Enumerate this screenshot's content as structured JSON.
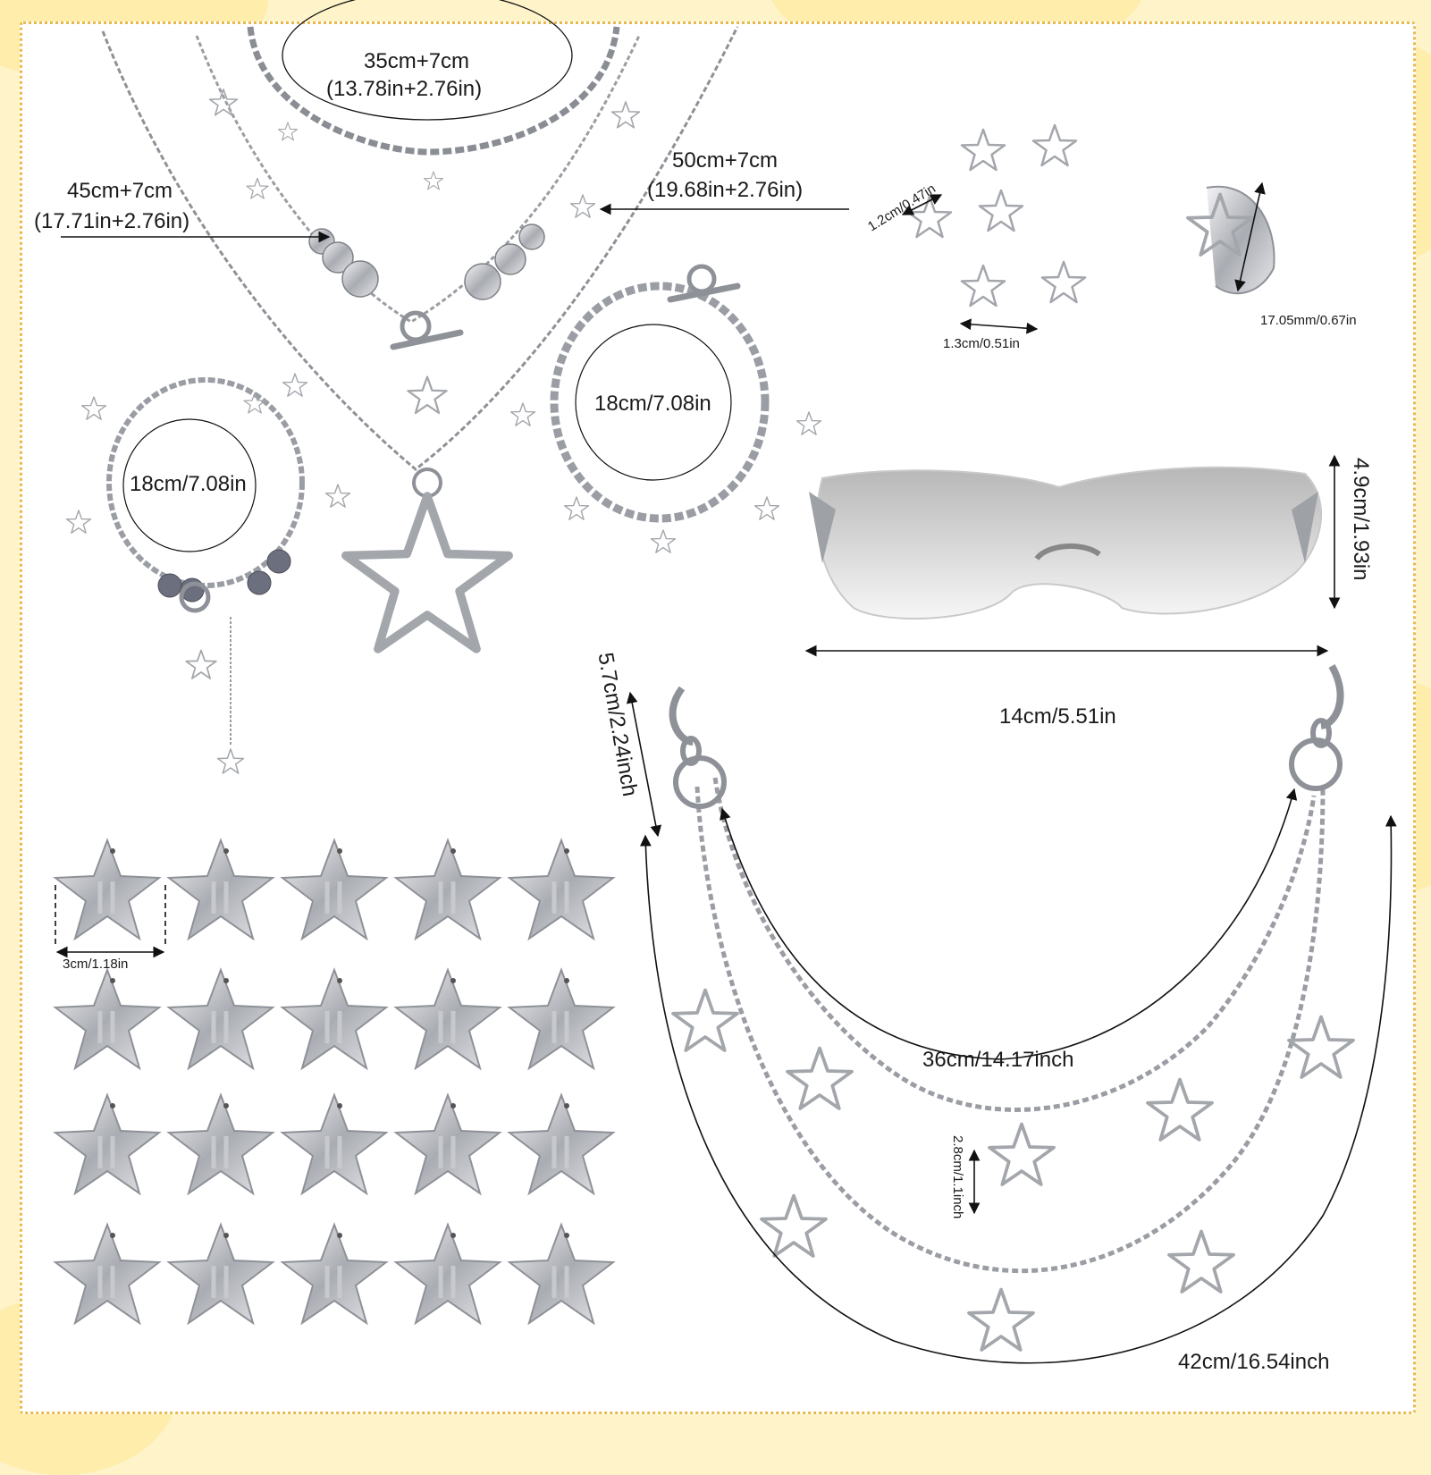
{
  "colors": {
    "background": "#fff4c9",
    "frame_border": "#e9b84a",
    "silver": "#9a9da3",
    "text": "#1a1a1a"
  },
  "labels": {
    "choker_len": "35cm+7cm",
    "choker_len_in": "(13.78in+2.76in)",
    "bead_len": "45cm+7cm",
    "bead_len_in": "(17.71in+2.76in)",
    "chain_len": "50cm+7cm",
    "chain_len_in": "(19.68in+2.76in)",
    "earring_w": "1.2cm/0.47in",
    "earring_h": "1.3cm/0.51in",
    "ring_size": "17.05mm/0.67in",
    "bracelet_left": "18cm/7.08in",
    "bracelet_right": "18cm/7.08in",
    "glasses_h": "4.9cm/1.93in",
    "glasses_w": "14cm/5.51in",
    "clasp_len": "5.7cm/2.24inch",
    "clip_w": "3cm/1.18in",
    "chain_inner": "36cm/14.17inch",
    "star_size": "2.8cm/1.1inch",
    "chain_outer": "42cm/16.54inch"
  },
  "icons": {
    "hair_clip": "star-hair-clip-icon",
    "earring": "star-earring-icon",
    "ring": "star-ring-icon",
    "pendant": "star-pendant-icon",
    "glasses": "sunglasses-icon",
    "keychain": "clasp-icon"
  }
}
